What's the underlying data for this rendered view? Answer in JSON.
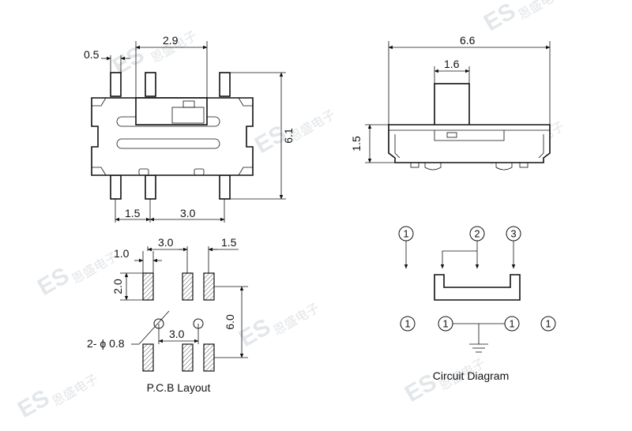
{
  "watermark": {
    "logo": "ES",
    "text": "恩盛电子"
  },
  "side_view": {
    "dims": {
      "pin_width": "0.5",
      "pitch_top": "2.9",
      "pitch_b1": "1.5",
      "pitch_b2": "3.0",
      "height": "6.1"
    }
  },
  "front_view": {
    "dims": {
      "width": "6.6",
      "actuator_width": "1.6",
      "body_height": "1.5"
    }
  },
  "pcb_layout": {
    "caption": "P.C.B Layout",
    "dims": {
      "pad_width": "1.0",
      "pitch_a": "3.0",
      "pitch_b": "1.5",
      "pad_height": "2.0",
      "row_spacing": "6.0",
      "hole_pitch": "3.0",
      "hole_label": "2- ϕ 0.8"
    }
  },
  "circuit": {
    "caption": "Circuit Diagram",
    "top_pins": [
      "1",
      "2",
      "3"
    ],
    "bottom_pins": [
      "1",
      "1",
      "1",
      "1"
    ]
  }
}
